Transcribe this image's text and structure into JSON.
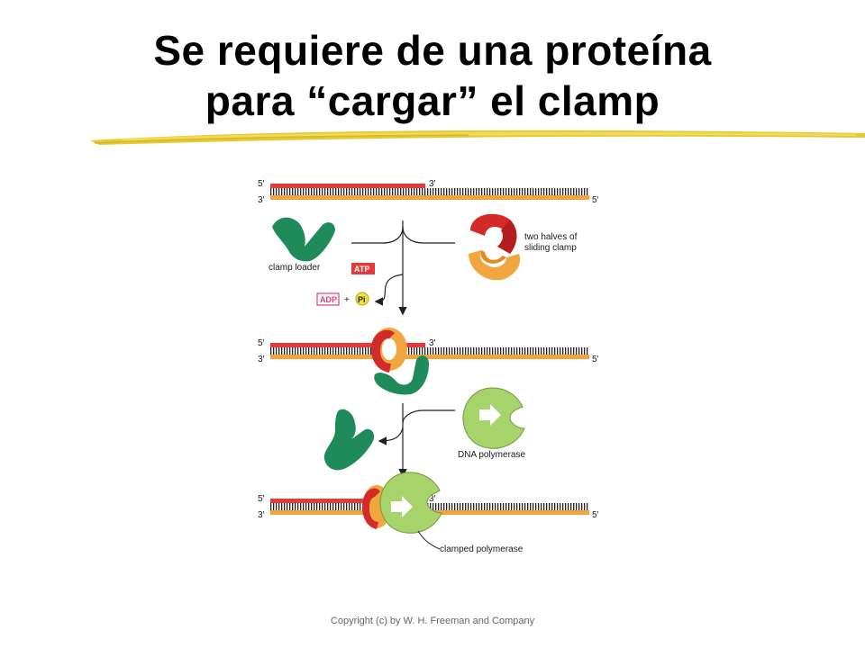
{
  "title": {
    "line1": "Se requiere de una proteína",
    "line2": "para “cargar” el clamp"
  },
  "figure": {
    "strand_ends": {
      "five_prime": "5′",
      "three_prime": "3′"
    },
    "labels": {
      "clamp_loader": "clamp loader",
      "clamp_halves_line1": "two halves of",
      "clamp_halves_line2": "sliding clamp",
      "atp": "ATP",
      "adp": "ADP",
      "plus": "+",
      "pi": "Pi",
      "dna_polymerase": "DNA polymerase",
      "clamped_polymerase": "clamped polymerase"
    },
    "colors": {
      "primer_strand": "#e53a3a",
      "template_strand": "#f2a33a",
      "clamp_loader": "#1f8a5a",
      "clamp_red": "#d32a2a",
      "clamp_orange": "#f2a640",
      "polymerase": "#a6d46a",
      "atp_box": "#e33a3a",
      "adp_box": "#e0407a",
      "pi_circle": "#f5e13a"
    }
  },
  "footer": {
    "copyright": "Copyright (c) by W. H. Freeman and Company"
  }
}
